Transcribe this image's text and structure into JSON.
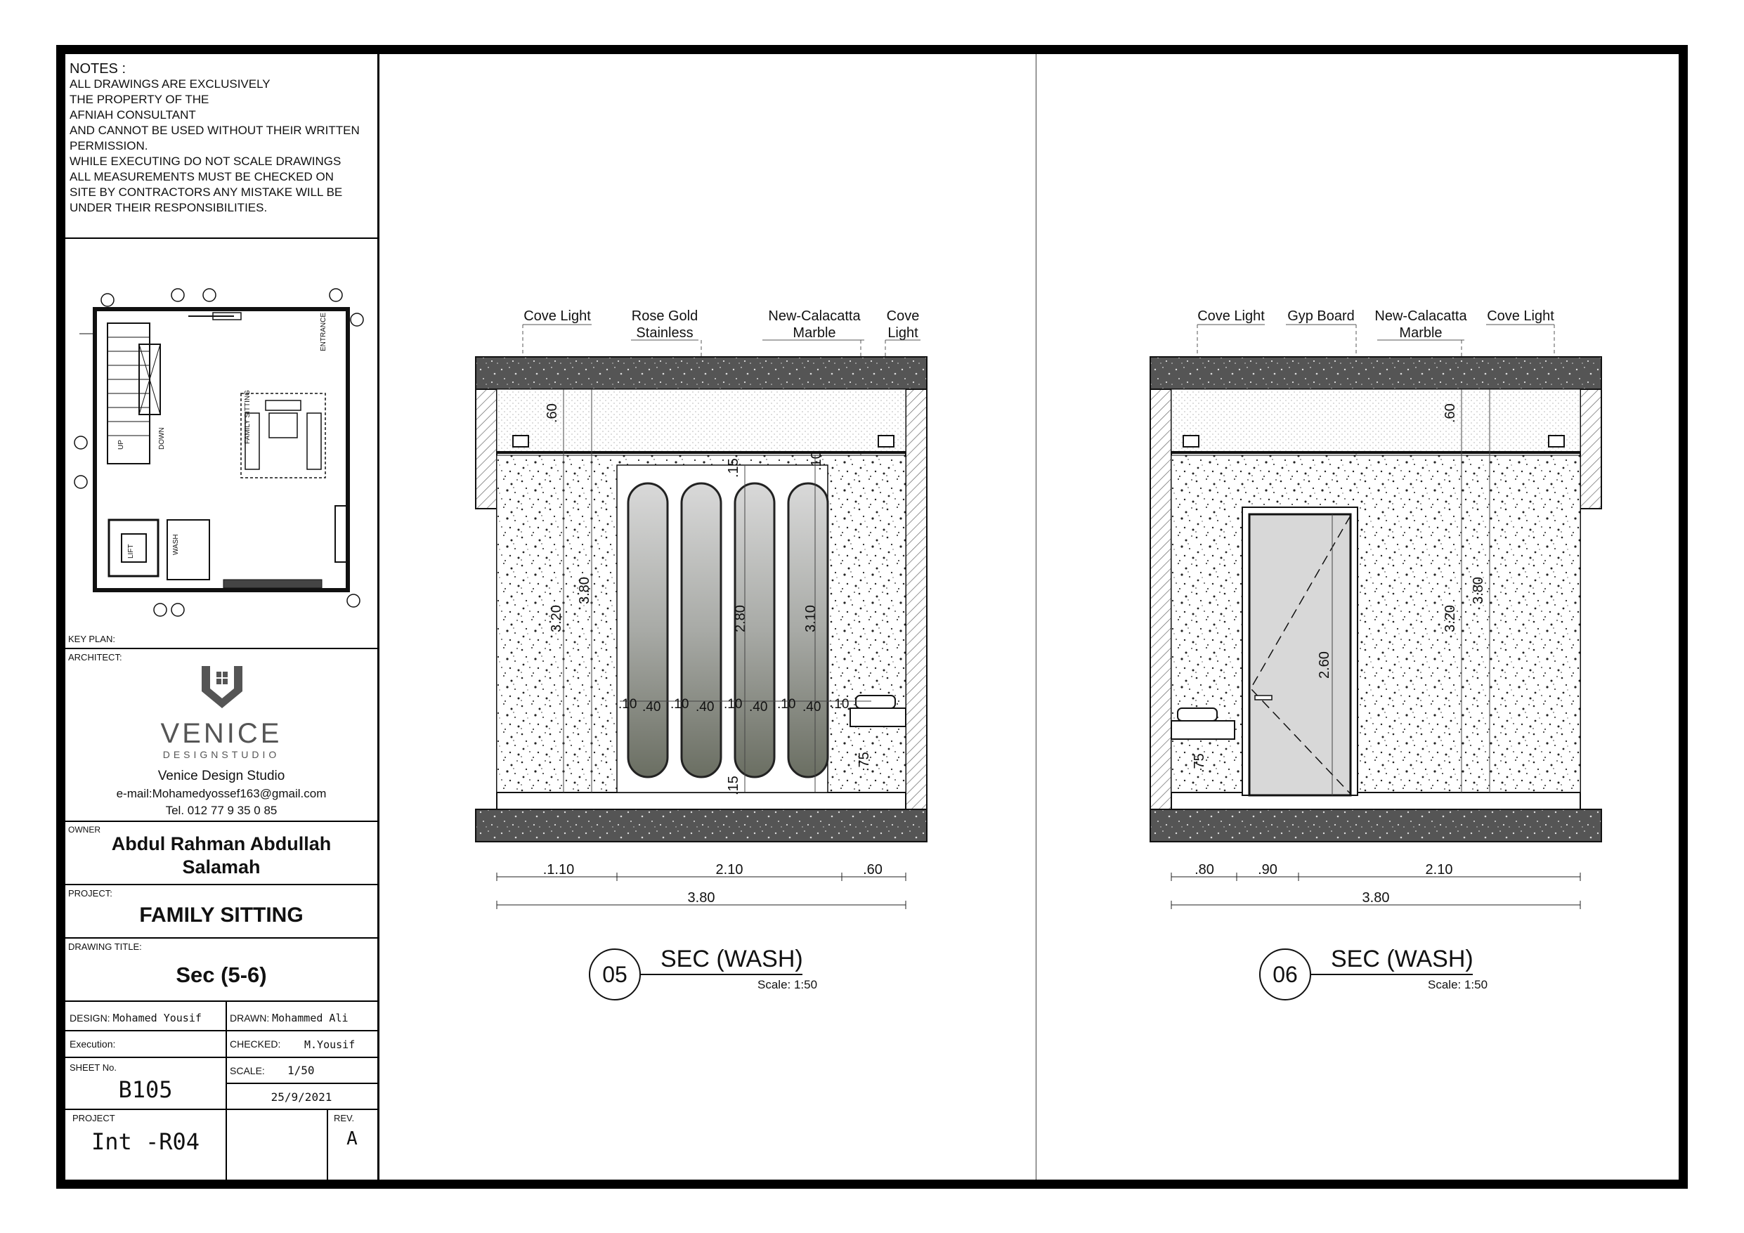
{
  "notes": {
    "heading": "NOTES :",
    "lines": [
      "ALL DRAWINGS ARE EXCLUSIVELY",
      "THE PROPERTY OF THE",
      "AFNIAH CONSULTANT",
      "AND CANNOT BE USED WITHOUT THEIR WRITTEN",
      "PERMISSION.",
      "",
      "WHILE EXECUTING DO NOT SCALE DRAWINGS",
      "ALL MEASUREMENTS MUST BE CHECKED ON",
      "SITE BY CONTRACTORS ANY MISTAKE WILL BE",
      "UNDER THEIR RESPONSIBILITIES."
    ]
  },
  "key_plan": {
    "label": "KEY PLAN:",
    "room_labels": [
      "FAMILY SITTING",
      "LIFT",
      "WASH",
      "UP",
      "DOWN",
      "ENTRANCE"
    ]
  },
  "architect": {
    "label": "ARCHITECT:",
    "logo_name": "VENICE",
    "logo_sub": "DESIGNSTUDIO",
    "studio": "Venice Design Studio",
    "email": "e-mail:Mohamedyossef163@gmail.com",
    "tel": "Tel. 012 77 9 35 0 85"
  },
  "owner": {
    "label": "OWNER",
    "name_line1": "Abdul Rahman Abdullah",
    "name_line2": "Salamah"
  },
  "project": {
    "label": "PROJECT:",
    "name": "FAMILY SITTING"
  },
  "drawing_title": {
    "label": "DRAWING TITLE:",
    "name": "Sec (5-6)"
  },
  "info": {
    "design_label": "DESIGN:",
    "design_value": "Mohamed Yousif",
    "drawn_label": "DRAWN:",
    "drawn_value": "Mohammed Ali",
    "execution_label": "Execution:",
    "checked_label": "CHECKED:",
    "checked_value": "M.Yousif",
    "sheet_label": "SHEET No.",
    "sheet_value": "B105",
    "scale_label": "SCALE:",
    "scale_value": "1/50",
    "date_value": "25/9/2021",
    "project_label": "PROJECT",
    "project_value": "Int -R04",
    "rev_label": "REV.",
    "rev_value": "A"
  },
  "sec05": {
    "number": "05",
    "title": "SEC (WASH)",
    "scale": "Scale: 1:50",
    "callouts": [
      "Cove Light",
      "Rose Gold",
      "Stainless",
      "New-Calacatta",
      "Marble",
      "Cove",
      "Light"
    ],
    "dims_bottom": [
      ".1.10",
      "2.10",
      ".60"
    ],
    "dims_total": "3.80",
    "dims_vertical": [
      ".60",
      "3.20",
      "3.80",
      "2.80",
      "3.10",
      ".75",
      ".15",
      ".15",
      ".10"
    ],
    "dims_mirror": [
      ".10",
      ".40",
      ".10",
      ".40",
      ".10",
      ".40",
      ".10",
      ".40",
      ".10"
    ]
  },
  "sec06": {
    "number": "06",
    "title": "SEC (WASH)",
    "scale": "Scale: 1:50",
    "callouts": [
      "Cove Light",
      "Gyp Board",
      "New-Calacatta",
      "Marble",
      "Cove Light"
    ],
    "dims_bottom": [
      ".80",
      ".90",
      "2.10"
    ],
    "dims_total": "3.80",
    "dims_vertical": [
      ".60",
      "3.20",
      "3.80",
      "2.60",
      ".75"
    ]
  }
}
